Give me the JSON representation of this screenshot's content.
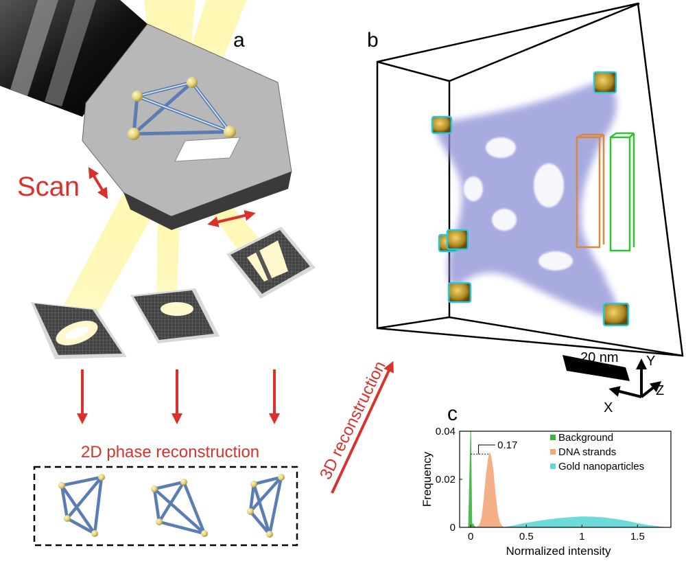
{
  "panel_a": {
    "label": "a",
    "scan_label": "Scan",
    "phase_label": "2D phase reconstruction",
    "reconstruction_3d_label": "3D reconstruction"
  },
  "panel_b": {
    "label": "b",
    "scale_bar_label": "20 nm",
    "axes": {
      "y": "Y",
      "z": "Z",
      "x": "X"
    }
  },
  "colors": {
    "red_arrow": "#d9312b",
    "beam": "#ffee55",
    "dna_cloud": "#8c8fd6",
    "gold": "#c9a33a",
    "bbox_cyan": "#28c8d8",
    "bbox_orange": "#d88a3a",
    "bbox_green": "#2bc42b"
  },
  "panel_c": {
    "label": "c",
    "annotation": "0.17",
    "chart_data": {
      "type": "area",
      "xlabel": "Normalized intensity",
      "ylabel": "Frequency",
      "xlim": [
        -0.1,
        1.8
      ],
      "ylim": [
        0,
        0.04
      ],
      "x_ticks": [
        "0",
        "0.5",
        "1",
        "1.5"
      ],
      "x_tick_values": [
        0,
        0.5,
        1,
        1.5
      ],
      "y_ticks": [
        "0",
        "0.02",
        "0.04"
      ],
      "y_tick_values": [
        0,
        0.02,
        0.04
      ],
      "legend_position": "top-right",
      "series": [
        {
          "name": "Background",
          "color": "#3cb43c",
          "x": [
            -0.1,
            -0.02,
            0.0,
            0.01,
            0.02,
            0.03,
            0.05,
            0.1
          ],
          "y": [
            0,
            0,
            0.04,
            0.001,
            0.0015,
            0.0005,
            0,
            0
          ]
        },
        {
          "name": "DNA strands",
          "color": "#f5a77a",
          "x": [
            0.05,
            0.08,
            0.1,
            0.12,
            0.14,
            0.16,
            0.17,
            0.18,
            0.2,
            0.22,
            0.24,
            0.26,
            0.28,
            0.3
          ],
          "y": [
            0,
            0.001,
            0.004,
            0.012,
            0.022,
            0.029,
            0.031,
            0.03,
            0.024,
            0.014,
            0.006,
            0.002,
            0.0005,
            0
          ]
        },
        {
          "name": "Gold nanoparticles",
          "color": "#5fd8d8",
          "x": [
            0.3,
            0.4,
            0.5,
            0.6,
            0.7,
            0.8,
            0.9,
            1.0,
            1.1,
            1.2,
            1.3,
            1.4,
            1.5,
            1.6,
            1.7,
            1.75
          ],
          "y": [
            0,
            0.0008,
            0.0018,
            0.0025,
            0.0032,
            0.0037,
            0.0041,
            0.0044,
            0.0043,
            0.004,
            0.0034,
            0.0026,
            0.0016,
            0.0008,
            0.0002,
            0
          ]
        }
      ]
    }
  }
}
